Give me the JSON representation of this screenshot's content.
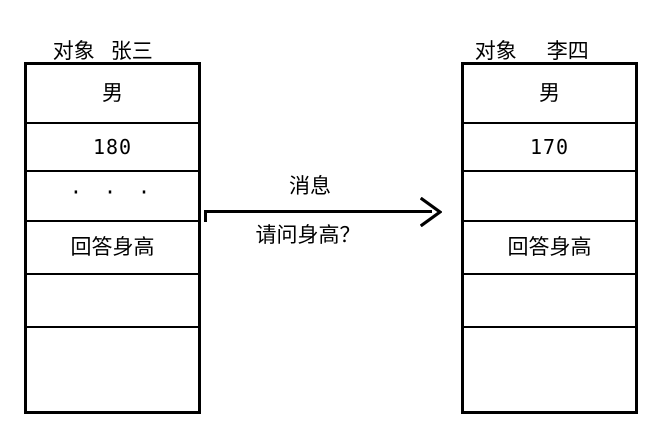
{
  "diagram": {
    "title_hidden": "",
    "background_color": "#ffffff",
    "line_color": "#000000",
    "objects": [
      {
        "id": "left",
        "header_label": "对象",
        "header_name": "张三",
        "rows": [
          {
            "value": "男",
            "kind": "text"
          },
          {
            "value": "180",
            "kind": "numeric"
          },
          {
            "value": "…",
            "kind": "dots",
            "display": "· · ·"
          },
          {
            "value": "回答身高",
            "kind": "text"
          },
          {
            "value": "",
            "kind": "empty"
          },
          {
            "value": "",
            "kind": "empty"
          }
        ]
      },
      {
        "id": "right",
        "header_label": "对象",
        "header_name": "李四",
        "rows": [
          {
            "value": "男",
            "kind": "text"
          },
          {
            "value": "170",
            "kind": "numeric"
          },
          {
            "value": "",
            "kind": "empty"
          },
          {
            "value": "回答身高",
            "kind": "text"
          },
          {
            "value": "",
            "kind": "empty"
          },
          {
            "value": "",
            "kind": "empty"
          }
        ]
      }
    ],
    "message": {
      "label_above": "消息",
      "label_below": "请问身高？",
      "direction": "left-to-right",
      "arrow_icon": "arrow-right-icon"
    }
  }
}
